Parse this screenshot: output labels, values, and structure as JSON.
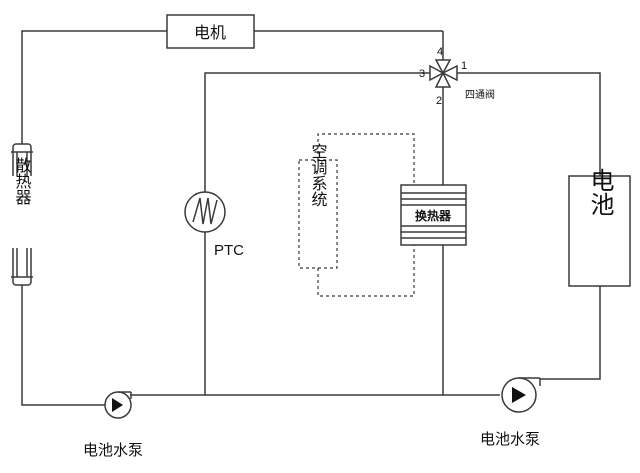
{
  "labels": {
    "motor": "电机",
    "radiator": "散热器",
    "battery": "电池",
    "ptc": "PTC",
    "ac_system": "空调系统",
    "heat_exchanger": "换热器",
    "four_way_valve": "四通阀",
    "pump_left": "电池水泵",
    "pump_right": "电池水泵"
  },
  "valve_ports": {
    "p1": "1",
    "p2": "2",
    "p3": "3",
    "p4": "4"
  },
  "icons": [
    "pump-icon",
    "heater-coil-icon",
    "four-way-valve-icon"
  ],
  "colors": {
    "line": "#3a3a3a",
    "text": "#111111",
    "background": "#ffffff"
  }
}
